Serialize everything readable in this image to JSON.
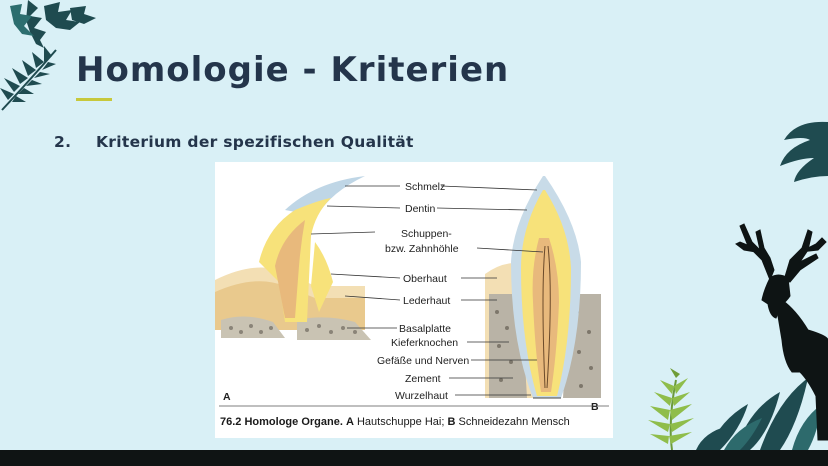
{
  "slide": {
    "title": "Homologie - Kriterien",
    "criterion_number": "2.",
    "criterion_text": "Kriterium der spezifischen Qualität"
  },
  "figure": {
    "labels": {
      "schmelz": "Schmelz",
      "dentin": "Dentin",
      "schuppen_line1": "Schuppen-",
      "schuppen_line2": "bzw. Zahnhöhle",
      "oberhaut": "Oberhaut",
      "lederhaut": "Lederhaut",
      "basalplatte": "Basalplatte",
      "kieferknochen": "Kieferknochen",
      "gefaesse": "Gefäße und Nerven",
      "zement": "Zement",
      "wurzelhaut": "Wurzelhaut"
    },
    "panel_a": "A",
    "panel_b": "B",
    "caption": {
      "number": "76.2",
      "title": "Homologe Organe.",
      "a_letter": "A",
      "a_text": "Hautschuppe Hai;",
      "b_letter": "B",
      "b_text": "Schneidezahn Mensch"
    }
  },
  "icons": {
    "top_left": "palm-leaves-icon",
    "right": "monstera-leaf-icon",
    "bottom_right": "deer-silhouette-icon",
    "bottom": "fern-leaf-icon"
  },
  "colors": {
    "background": "#d9f0f6",
    "title": "#24354b",
    "accent": "#c7c83b"
  }
}
